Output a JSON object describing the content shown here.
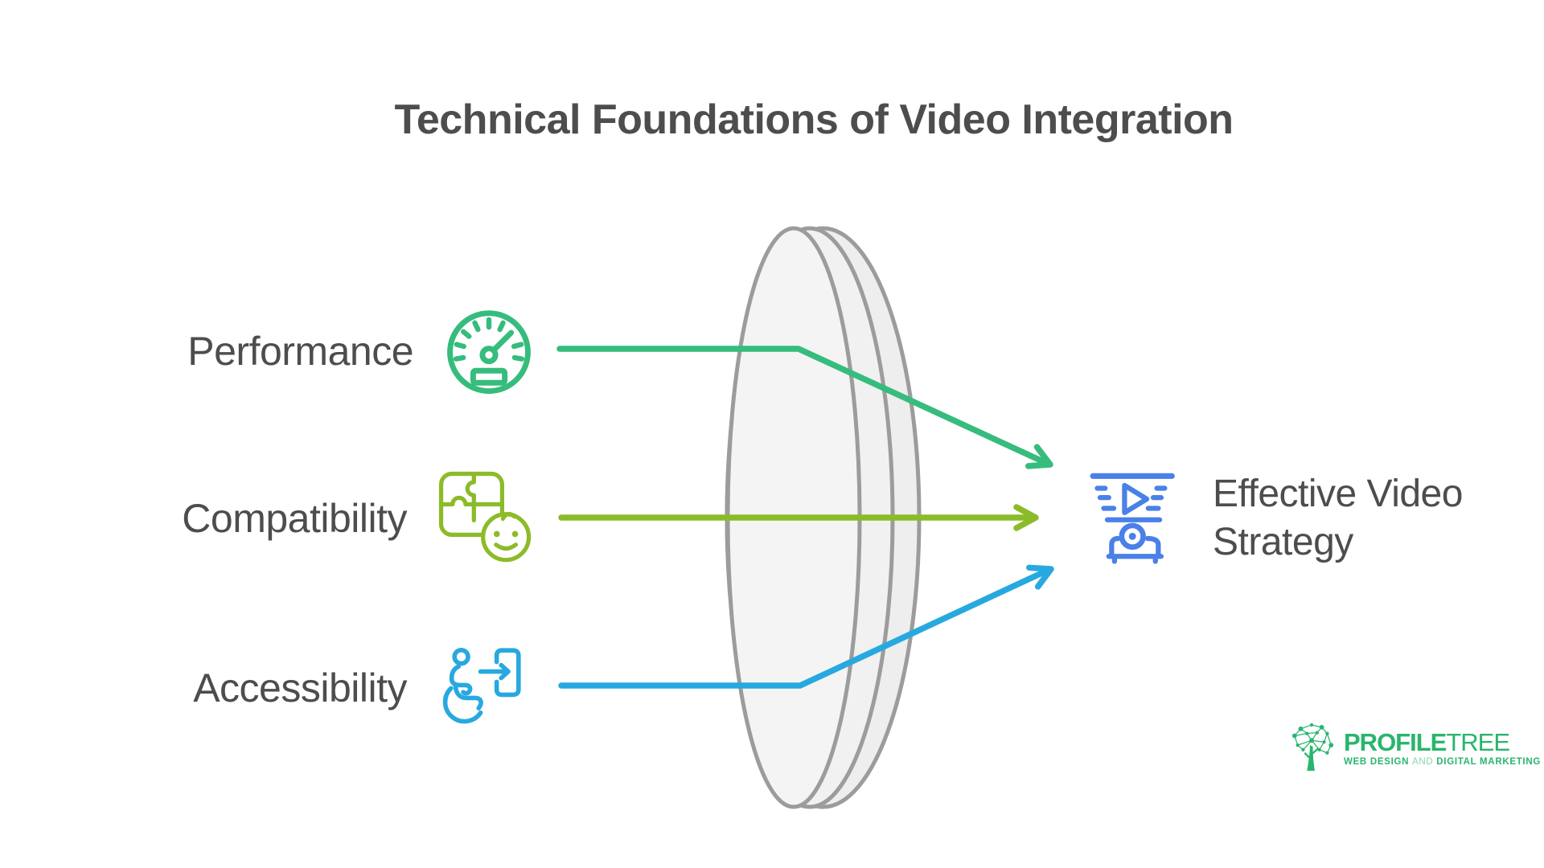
{
  "title": "Technical Foundations of Video Integration",
  "inputs": [
    {
      "label": "Performance",
      "icon": "speedometer-icon",
      "color": "#36bc7c"
    },
    {
      "label": "Compatibility",
      "icon": "puzzle-smiley-icon",
      "color": "#8cbb29"
    },
    {
      "label": "Accessibility",
      "icon": "wheelchair-exit-icon",
      "color": "#27a9e0"
    }
  ],
  "output": {
    "label": "Effective Video Strategy",
    "icon": "video-projector-icon",
    "color": "#4a80e8"
  },
  "lens": {
    "shape": "triple-ellipse-lens",
    "stroke": "#9c9c9c",
    "fill": "#f2f2f2"
  },
  "logo": {
    "icon": "profiletree-tree-icon",
    "brand_bold": "PROFILE",
    "brand_light": "TREE",
    "tagline_lead": "WEB DESIGN ",
    "tagline_and": "AND",
    "tagline_rest": " DIGITAL MARKETING",
    "color": "#29b56d"
  },
  "colors": {
    "background": "#ffffff",
    "title_text": "#4d4d4d",
    "label_text": "#4d4d4d",
    "performance_green": "#36bc7c",
    "compatibility_olive": "#8cbb29",
    "accessibility_blue": "#27a9e0",
    "video_blue": "#4a80e8",
    "lens_stroke": "#9c9c9c",
    "lens_fill_front": "#f4f4f4",
    "lens_fill_mid": "#f1f1f1",
    "lens_fill_back": "#eeeeee",
    "logo_green": "#29b56d"
  }
}
